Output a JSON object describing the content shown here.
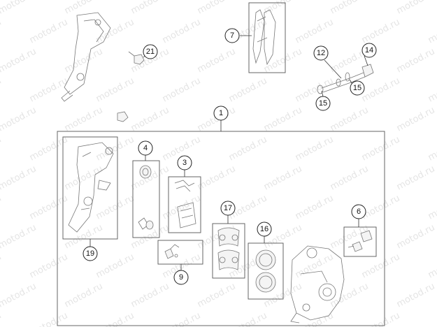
{
  "diagram": {
    "watermark_text": "motod.ru",
    "callouts": {
      "c1": "1",
      "c4": "4",
      "c3": "3",
      "c6": "6",
      "c7": "7",
      "c9": "9",
      "c12": "12",
      "c14": "14",
      "c15a": "15",
      "c15b": "15",
      "c16": "16",
      "c17": "17",
      "c19": "19",
      "c21": "21"
    }
  }
}
